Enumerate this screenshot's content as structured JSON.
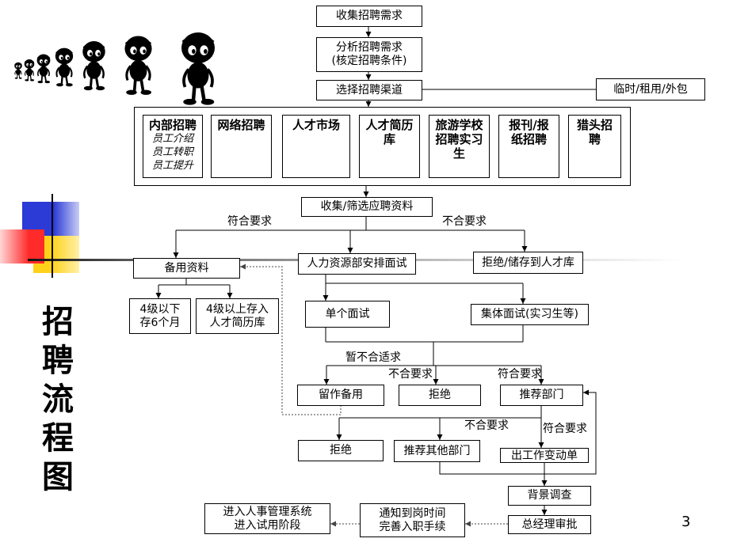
{
  "slide": {
    "title": "招聘流程图",
    "page_number": "3"
  },
  "flow": {
    "collect_demand": "收集招聘需求",
    "analyze_demand": [
      "分析招聘需求",
      "(核定招聘条件)"
    ],
    "select_channel": "选择招聘渠道",
    "outsource": "临时/租用/外包",
    "channels": [
      {
        "title": "内部招聘",
        "sub": [
          "员工介绍",
          "员工转职",
          "员工提升"
        ]
      },
      {
        "title": "网络招聘"
      },
      {
        "title": "人才市场"
      },
      {
        "title": "人才简历库"
      },
      {
        "title": "旅游学校招聘实习生"
      },
      {
        "title": "报刊/报纸招聘"
      },
      {
        "title": "猎头招聘"
      }
    ],
    "screen_resumes": "收集/筛选应聘资料",
    "reserve_pool": "备用资料",
    "hr_interview": "人力资源部安排面试",
    "reject_store": "拒绝/储存到人才库",
    "below_level4": [
      "4级以下",
      "存6个月"
    ],
    "above_level4": [
      "4级以上存入",
      "人才简历库"
    ],
    "single_interview": "单个面试",
    "group_interview": "集体面试(实习生等)",
    "keep_reserve": "留作备用",
    "reject_1": "拒绝",
    "recommend_dept": "推荐部门",
    "reject_2": "拒绝",
    "recommend_other": "推荐其他部门",
    "transfer_form": "出工作变动单",
    "background_check": "背景调查",
    "gm_approval": "总经理审批",
    "notify_onboard": [
      "通知到岗时间",
      "完善入职手续"
    ],
    "enter_hr_system": [
      "进入人事管理系统",
      "进入试用阶段"
    ]
  },
  "edge_labels": {
    "screen_pass": "符合要求",
    "screen_fail": "不合要求",
    "interview_hold": "暂不合适求",
    "interview_fail": "不合要求",
    "interview_pass": "符合要求",
    "dept_fail": "不合要求",
    "dept_pass": "符合要求"
  },
  "colors": {
    "blue_block": "#2c3ad6",
    "red_block": "#ff2a2a",
    "yellow_block": "#ffd21a",
    "box_border": "#000000",
    "background": "#ffffff"
  }
}
